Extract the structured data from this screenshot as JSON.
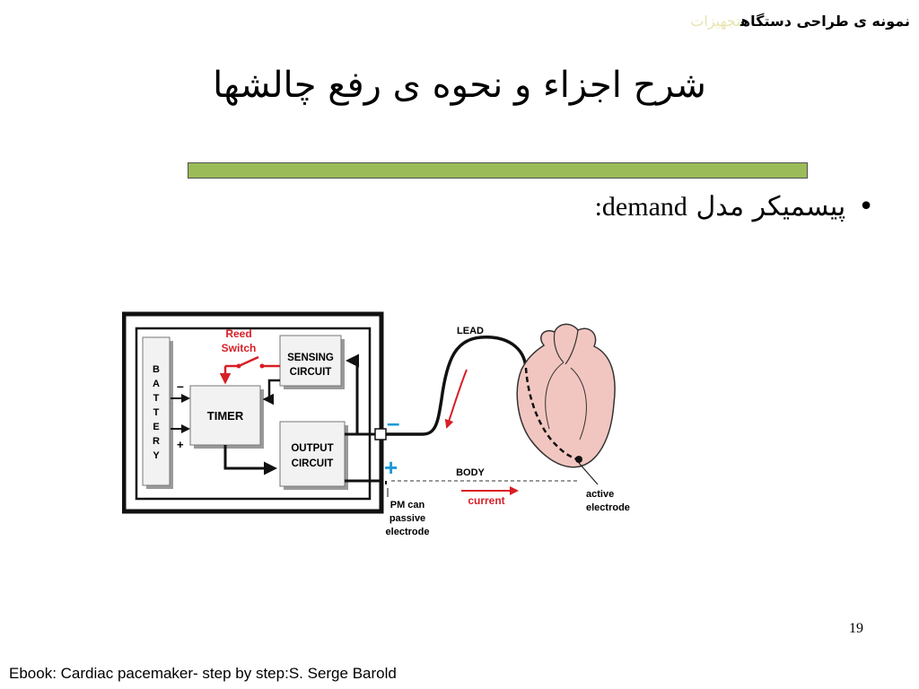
{
  "header": {
    "title_dark": "نمونه ی طراحی دستگاه",
    "title_faint": "تجهیزات"
  },
  "slide": {
    "title": "شرح اجزاء و نحوه ی رفع چالشها",
    "bullet_symbol": "•",
    "bullet_persian": "پیسمیکر مدل",
    "bullet_latin": ":demand",
    "page_number": "19",
    "source_caption": "Ebook: Cardiac pacemaker- step by step:S. Serge Barold"
  },
  "diagram": {
    "battery_letters": [
      "B",
      "A",
      "T",
      "T",
      "E",
      "R",
      "Y"
    ],
    "battery_minus": "–",
    "battery_plus": "+",
    "reed_switch_line1": "Reed",
    "reed_switch_line2": "Switch",
    "timer_label": "TIMER",
    "sensing_line1": "SENSING",
    "sensing_line2": "CIRCUIT",
    "output_line1": "OUTPUT",
    "output_line2": "CIRCUIT",
    "lead_label": "LEAD",
    "minus_sign": "–",
    "plus_sign": "+",
    "body_label": "BODY",
    "current_label": "current",
    "pm_line1": "PM can",
    "pm_line2": "passive",
    "pm_line3": "electrode",
    "active_line1": "active",
    "active_line2": "electrode"
  },
  "colors": {
    "divider_bar": "#9bbb59",
    "reed_red": "#d81e26",
    "polarity_blue": "#1e9ad6",
    "heart_fill": "#f2c6c0"
  }
}
